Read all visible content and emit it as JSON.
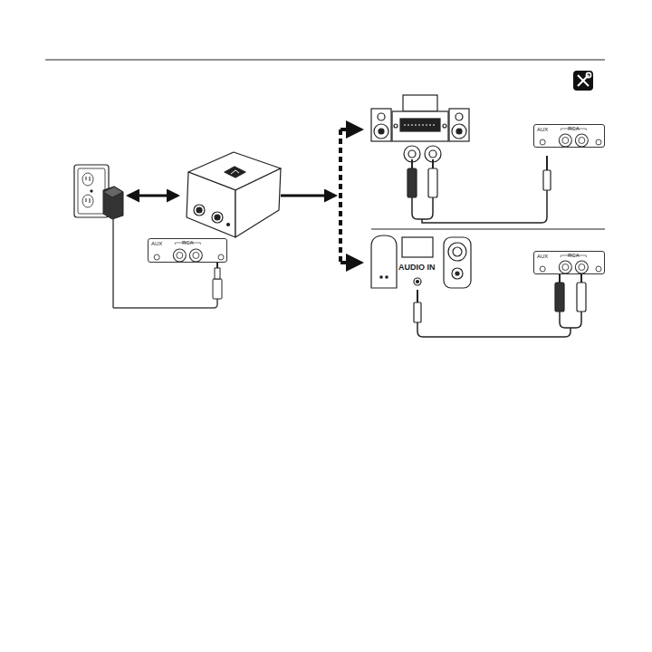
{
  "diagram": {
    "nodes": [
      {
        "text": [
          "AUX",
          "RCA"
        ]
      },
      {
        "text": [
          "AUX",
          "RCA"
        ]
      },
      {
        "text": [
          "AUX",
          "RCA"
        ]
      }
    ],
    "labels": [
      "AUDIO IN"
    ]
  }
}
